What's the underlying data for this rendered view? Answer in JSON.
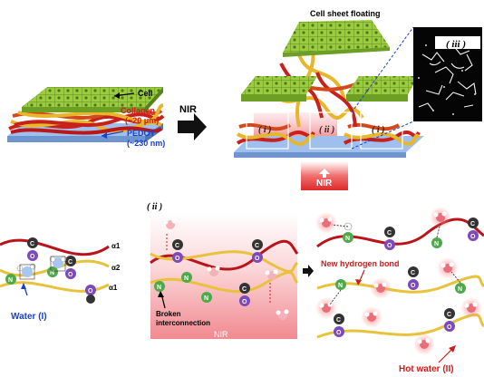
{
  "panel_a": {
    "cell": "Cell",
    "collagen": "Collagen",
    "collagen_size": "(~20 μm)",
    "pedot": "PEDOT",
    "pedot_size": "(~230 nm)",
    "nir": "NIR"
  },
  "panel_b": {
    "floating": "Cell sheet floating",
    "roman_i": "( i )",
    "roman_ii": "( ii )",
    "roman_iii": "( iii )",
    "nir_source": "NIR"
  },
  "panel_c": {
    "alpha1_top": "α1",
    "alpha2": "α2",
    "alpha1_bottom": "α1",
    "water": "Water (I)"
  },
  "panel_d": {
    "roman_ii": "( ii )",
    "broken_line1": "Broken",
    "broken_line2": "interconnection",
    "nir": "NIR"
  },
  "panel_e": {
    "new_bond": "New hydrogen bond",
    "hot_water": "Hot water (II)"
  },
  "atoms": {
    "c": "C",
    "o": "O",
    "n": "N",
    "h": "H"
  },
  "colors": {
    "cell_green": "#8fc23a",
    "collagen_red": "#c8201c",
    "collagen_yellow": "#e8b62a",
    "pedot_blue": "#8fb0e4",
    "nir_red": "#e8403a",
    "water_label": "#1a3fd0",
    "hot_label": "#d01c1c"
  }
}
